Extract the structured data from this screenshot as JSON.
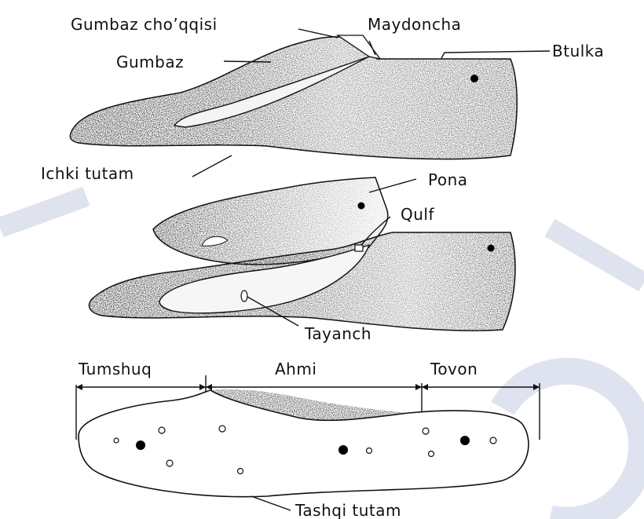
{
  "labels": {
    "gumbaz_choqqisi": "Gumbaz cho’qqisi",
    "maydoncha": "Maydoncha",
    "btulka": "Btulka",
    "gumbaz": "Gumbaz",
    "ichki_tutam": "Ichki tutam",
    "pona": "Pona",
    "qulf": "Qulf",
    "tayanch": "Tayanch",
    "tumshuq": "Tumshuq",
    "ahmi": "Ahmi",
    "tovon": "Tovon",
    "tashqi_tutam": "Tashqi tutam"
  },
  "colors": {
    "ink": "#111111",
    "stipple": "#2a2a2a",
    "watermark": "#dfe3ef"
  },
  "icons": {
    "watermark": "watermark-logo"
  }
}
